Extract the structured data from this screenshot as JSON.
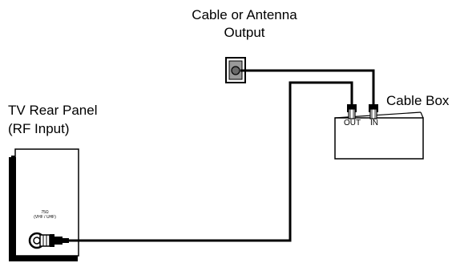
{
  "labels": {
    "cable_output": [
      "Cable or Antenna",
      "Output"
    ],
    "tv": [
      "TV Rear Panel",
      "(RF Input)"
    ],
    "cable_box": "Cable Box",
    "port_out": "OUT",
    "port_in": "IN",
    "tv_spec": [
      "75Ω",
      "(VHF / UHF)"
    ]
  }
}
